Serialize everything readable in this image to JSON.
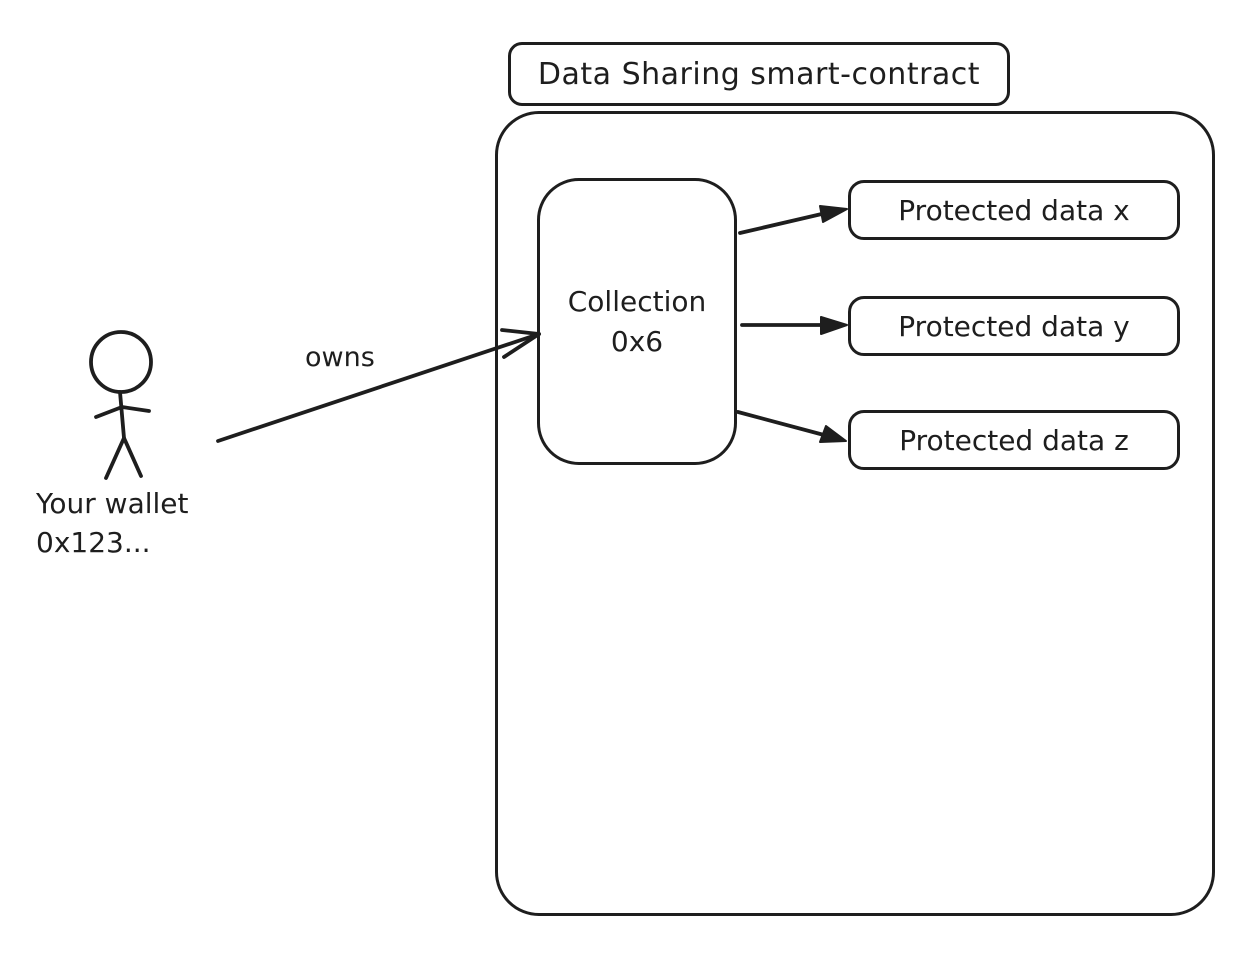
{
  "diagram": {
    "background_color": "#ffffff",
    "stroke_color": "#1e1e1e",
    "title": "Data Sharing smart-contract",
    "actor": {
      "icon": "stick-figure",
      "label_line1": "Your wallet",
      "label_line2": "0x123..."
    },
    "owns_arrow_label": "owns",
    "collection": {
      "label_line1": "Collection",
      "label_line2": "0x6"
    },
    "protected_data": [
      {
        "label": "Protected data x"
      },
      {
        "label": "Protected data y"
      },
      {
        "label": "Protected data z"
      }
    ]
  }
}
